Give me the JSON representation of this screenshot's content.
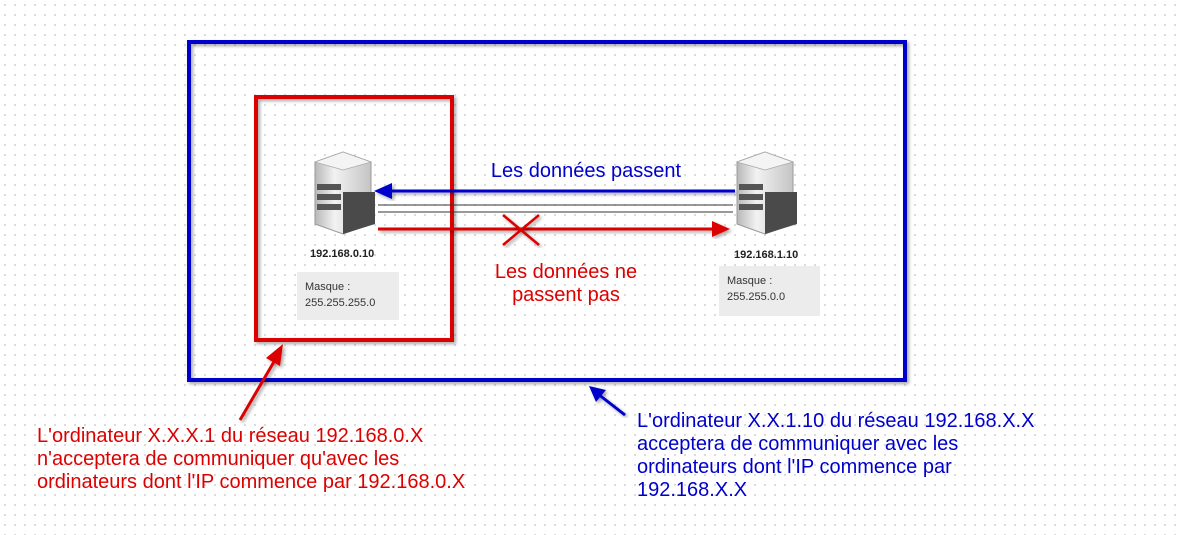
{
  "colors": {
    "blue": "#0000cc",
    "red": "#dd0000",
    "server_light": "#d9d9d9",
    "server_dark": "#4a4a4a",
    "mask_bg": "#ececec"
  },
  "icons": [
    "server-icon",
    "server-icon",
    "x-cross-icon"
  ],
  "left_computer": {
    "ip": "192.168.0.10",
    "mask_label": "Masque :",
    "mask_value": "255.255.255.0"
  },
  "right_computer": {
    "ip": "192.168.1.10",
    "mask_label": "Masque :",
    "mask_value": "255.255.0.0"
  },
  "arrow_passing_label": "Les données passent",
  "arrow_blocked_label": {
    "line1": "Les données ne",
    "line2": "passent pas"
  },
  "note_red": {
    "line1": "L'ordinateur X.X.X.1 du réseau 192.168.0.X",
    "line2": "n'acceptera de communiquer qu'avec les",
    "line3": "ordinateurs dont l'IP commence par 192.168.0.X"
  },
  "note_blue": {
    "line1": "L'ordinateur X.X.1.10 du réseau 192.168.X.X",
    "line2": "acceptera de communiquer avec les",
    "line3": "ordinateurs dont l'IP commence par",
    "line4": "192.168.X.X"
  }
}
